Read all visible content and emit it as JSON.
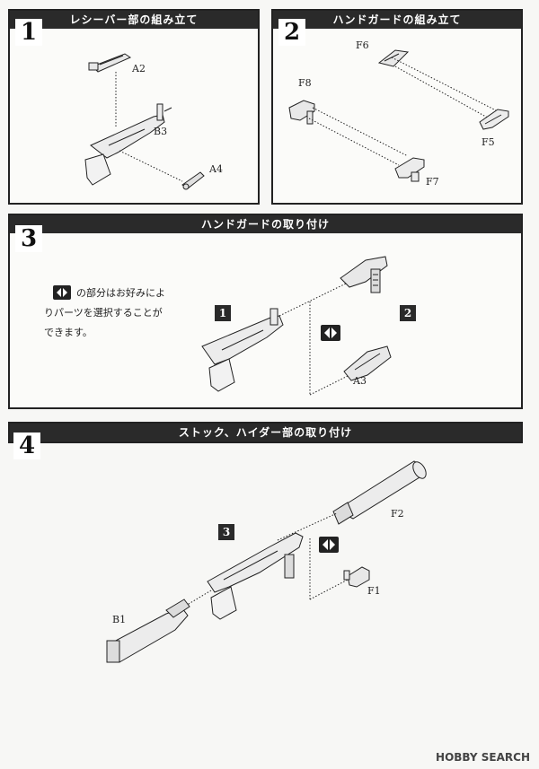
{
  "steps": [
    {
      "number": "1",
      "title": "レシーバー部の組み立て",
      "parts": [
        "A2",
        "B3",
        "A4"
      ]
    },
    {
      "number": "2",
      "title": "ハンドガードの組み立て",
      "parts": [
        "F6",
        "F8",
        "F5",
        "F7"
      ]
    },
    {
      "number": "3",
      "title": "ハンドガードの取り付け",
      "parts": [
        "A3"
      ],
      "badges": [
        "1",
        "2"
      ],
      "note": [
        "の部分はお好みによ",
        "りパーツを選択することが",
        "できます。"
      ]
    },
    {
      "number": "4",
      "title": "ストック、ハイダー部の取り付け",
      "parts": [
        "F2",
        "F1",
        "B1"
      ],
      "badges": [
        "3"
      ]
    }
  ],
  "footer": {
    "brand": "HOBBY SEARCH"
  },
  "icons": {
    "choice": "selection-arrows-icon"
  }
}
